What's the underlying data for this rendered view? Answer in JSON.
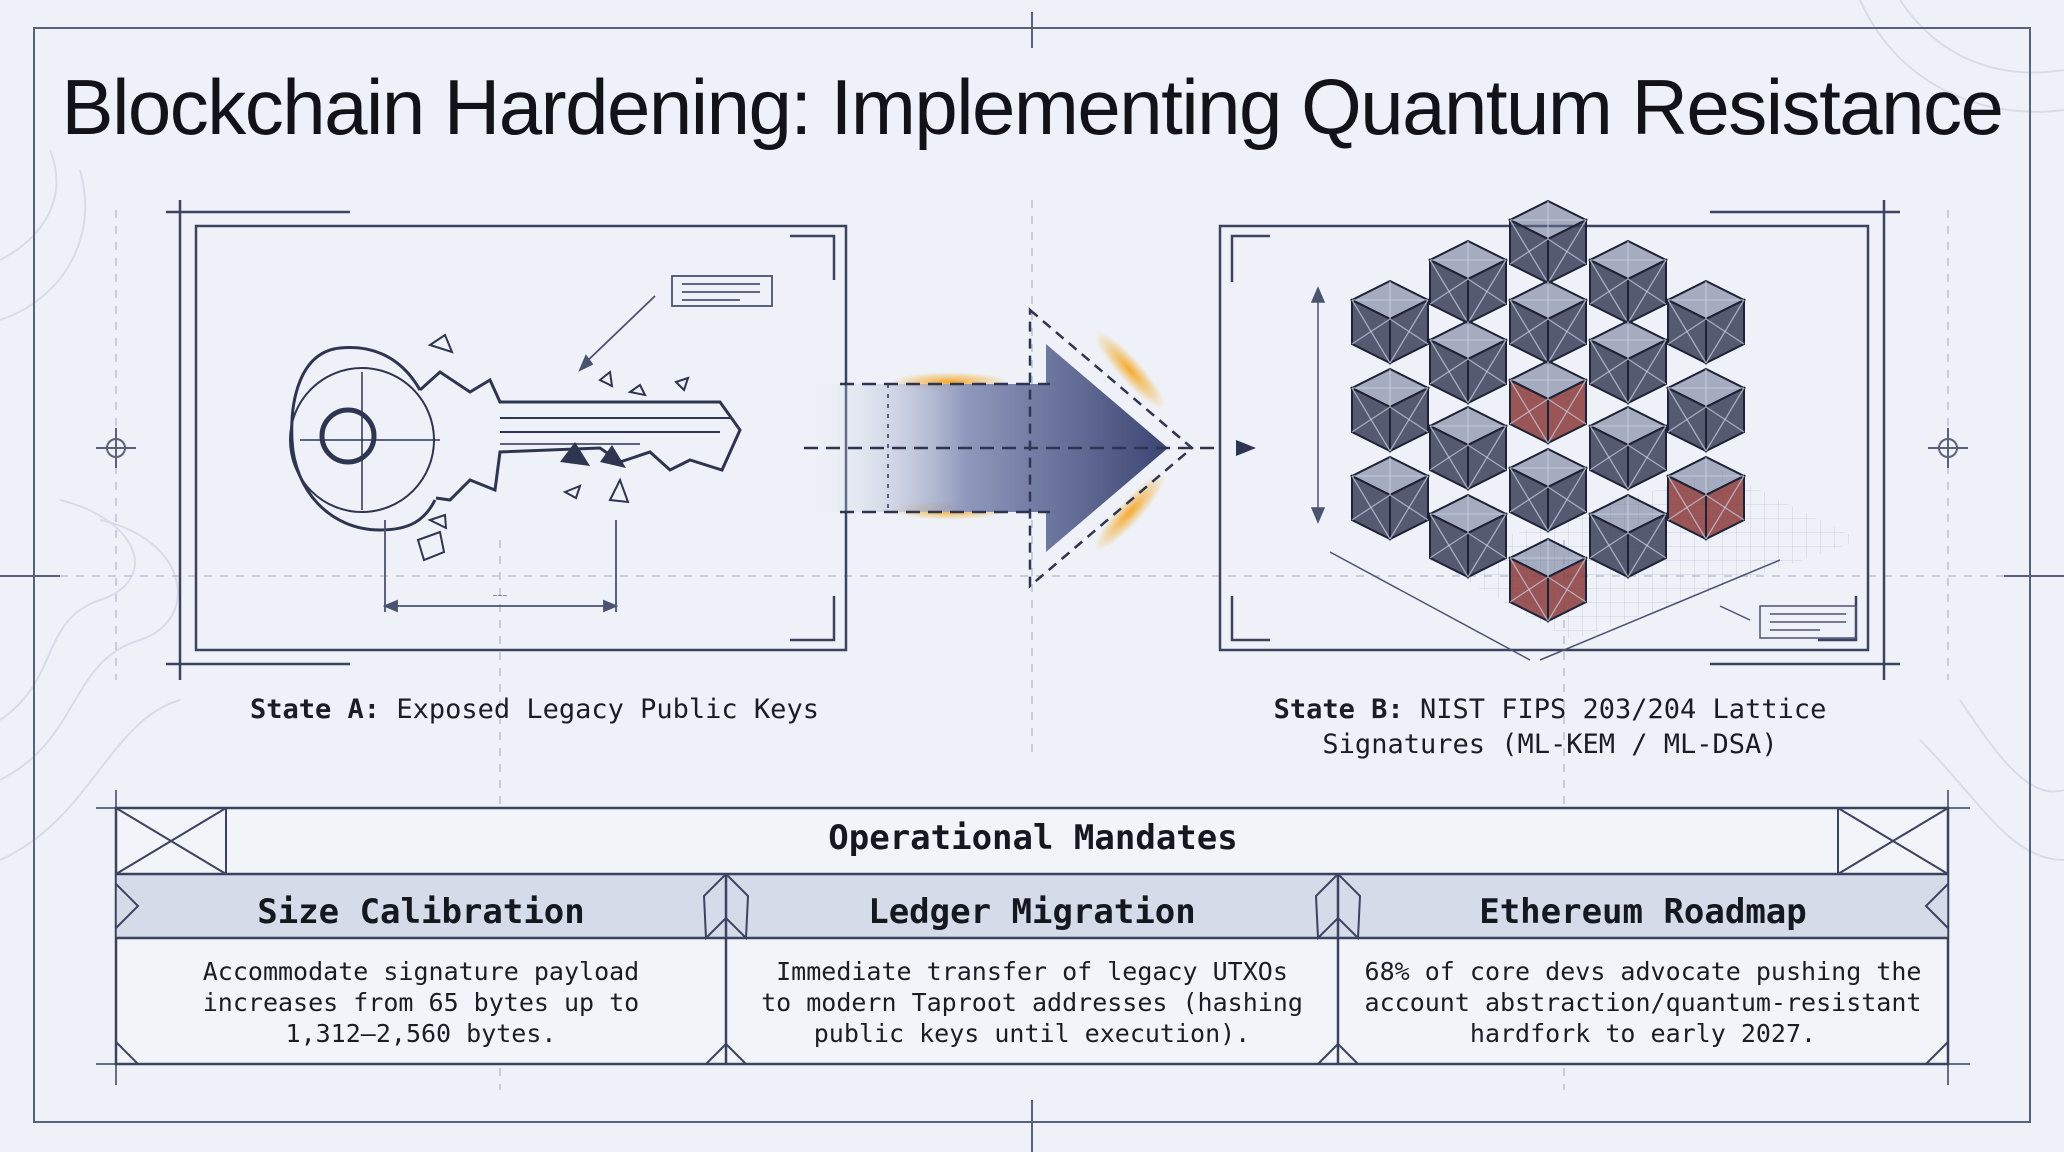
{
  "title": "Blockchain Hardening: Implementing Quantum Resistance",
  "state_a": {
    "label": "State A:",
    "text": "Exposed Legacy Public Keys"
  },
  "state_b": {
    "label": "State B:",
    "line1": "NIST FIPS 203/204 Lattice",
    "line2": "Signatures (ML-KEM / ML-DSA)"
  },
  "mandates": {
    "title": "Operational Mandates",
    "columns": [
      {
        "heading": "Size Calibration",
        "lines": [
          "Accommodate signature payload",
          "increases from 65 bytes up to",
          "1,312–2,560 bytes."
        ]
      },
      {
        "heading": "Ledger Migration",
        "lines": [
          "Immediate transfer of legacy UTXOs",
          "to modern Taproot addresses (hashing",
          "public keys until execution)."
        ]
      },
      {
        "heading": "Ethereum Roadmap",
        "lines": [
          "68% of core devs advocate pushing the",
          "account abstraction/quantum-resistant",
          "hardfork to early 2027."
        ]
      }
    ]
  },
  "icons": [
    "broken-key-icon",
    "migration-arrow-icon",
    "lattice-cube-icon"
  ],
  "colors": {
    "ink": "#2d3550",
    "accent_orange": "#f5a623",
    "accent_red": "#8b3a3a",
    "background": "#eef2f8",
    "header_fill": "#d3d9e8"
  }
}
